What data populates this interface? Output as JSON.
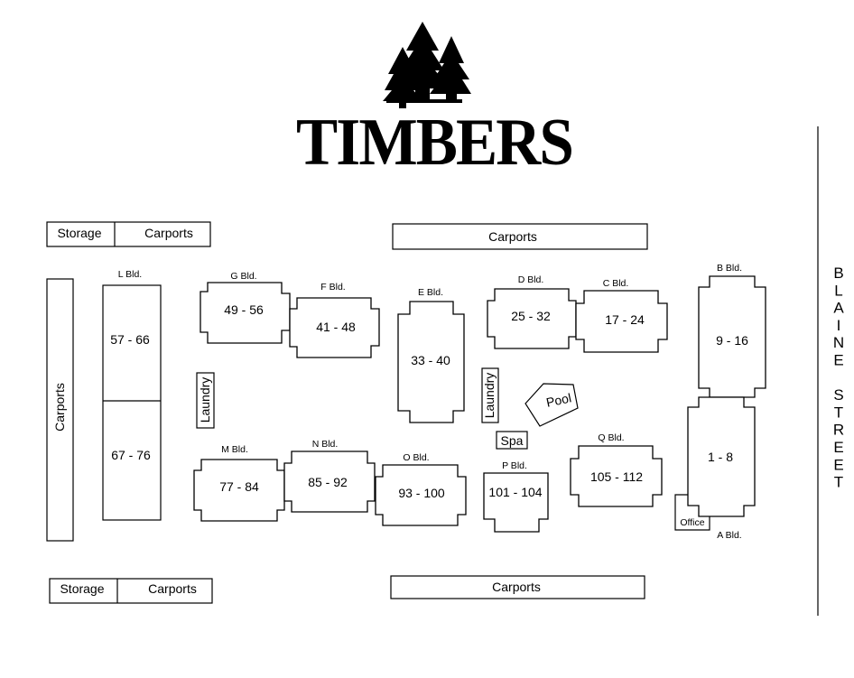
{
  "logo": {
    "name": "TIMBERS"
  },
  "street": [
    "B",
    "L",
    "A",
    "I",
    "N",
    "E",
    "",
    "S",
    "T",
    "R",
    "E",
    "E",
    "T"
  ],
  "carports": {
    "top_left": "Carports",
    "top_center": "Carports",
    "left_vertical": "Carports",
    "bottom_left": "Carports",
    "bottom_center": "Carports"
  },
  "storage": {
    "top": "Storage",
    "bottom": "Storage"
  },
  "buildings": {
    "L": {
      "name": "L Bld.",
      "units_upper": "57 - 66",
      "units_lower": "67 - 76"
    },
    "G": {
      "name": "G Bld.",
      "units": "49 - 56"
    },
    "F": {
      "name": "F Bld.",
      "units": "41 - 48"
    },
    "E": {
      "name": "E Bld.",
      "units": "33 - 40"
    },
    "D": {
      "name": "D Bld.",
      "units": "25 - 32"
    },
    "C": {
      "name": "C Bld.",
      "units": "17 - 24"
    },
    "B": {
      "name": "B Bld.",
      "units": "9 - 16"
    },
    "A": {
      "name": "A Bld.",
      "units": "1 - 8"
    },
    "M": {
      "name": "M Bld.",
      "units": "77 - 84"
    },
    "N": {
      "name": "N Bld.",
      "units": "85 - 92"
    },
    "O": {
      "name": "O Bld.",
      "units": "93 - 100"
    },
    "P": {
      "name": "P Bld.",
      "units": "101 - 104"
    },
    "Q": {
      "name": "Q Bld.",
      "units": "105 - 112"
    }
  },
  "amenities": {
    "laundry_left": "Laundry",
    "laundry_center": "Laundry",
    "pool": "Pool",
    "spa": "Spa",
    "office": "Office"
  }
}
